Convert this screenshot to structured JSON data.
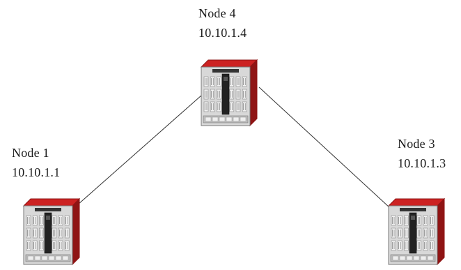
{
  "nodes": {
    "node4": {
      "name": "Node 4",
      "ip": "10.10.1.4"
    },
    "node1": {
      "name": "Node 1",
      "ip": "10.10.1.1"
    },
    "node3": {
      "name": "Node 3",
      "ip": "10.10.1.3"
    }
  },
  "links": [
    {
      "from": "node4",
      "to": "node1"
    },
    {
      "from": "node4",
      "to": "node3"
    }
  ],
  "colors": {
    "device_accent": "#cc2222",
    "device_accent_dark": "#8f1414",
    "device_face": "#d8d8d8",
    "link": "#333333"
  },
  "icons": {
    "device": "network-switch-chassis-icon"
  }
}
